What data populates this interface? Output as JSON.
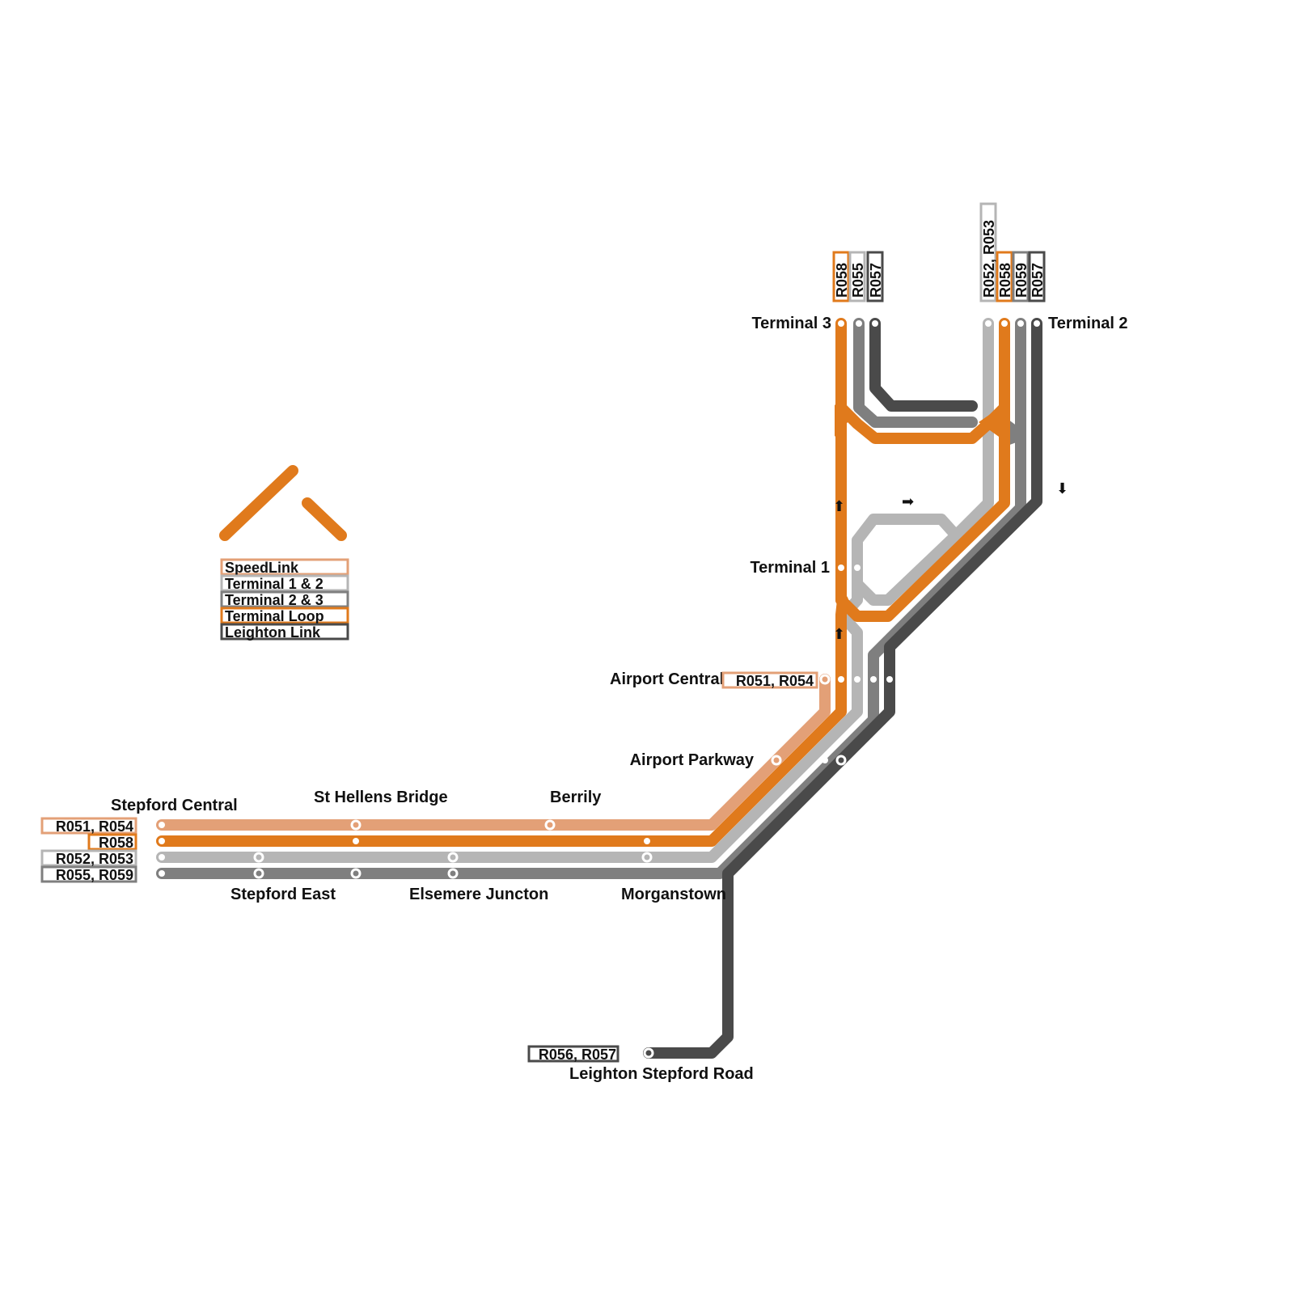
{
  "colors": {
    "speedlink": "#e3a077",
    "terminal_loop": "#e07a1c",
    "terminal_1_2": "#b5b5b5",
    "terminal_2_3": "#7f7f7f",
    "leighton_link": "#4a4a4a"
  },
  "legend": {
    "items": [
      {
        "label": "SpeedLink",
        "color": "#e3a077"
      },
      {
        "label": "Terminal 1 & 2",
        "color": "#b5b5b5"
      },
      {
        "label": "Terminal 2 & 3",
        "color": "#7f7f7f"
      },
      {
        "label": "Terminal Loop",
        "color": "#e07a1c"
      },
      {
        "label": "Leighton Link",
        "color": "#4a4a4a"
      }
    ]
  },
  "stations": {
    "terminal_3": "Terminal 3",
    "terminal_2": "Terminal 2",
    "terminal_1": "Terminal 1",
    "airport_central": "Airport Central",
    "airport_parkway": "Airport Parkway",
    "stepford_central": "Stepford Central",
    "st_hellens_bridge": "St Hellens Bridge",
    "berrily": "Berrily",
    "stepford_east": "Stepford East",
    "elsemere_juncton": "Elsemere Juncton",
    "morganstown": "Morganstown",
    "leighton_stepford_road": "Leighton Stepford Road"
  },
  "route_codes": {
    "terminal_3": [
      "R058",
      "R055",
      "R057"
    ],
    "terminal_2": [
      "R052, R053",
      "R058",
      "R059",
      "R057"
    ],
    "airport_central": "R051, R054",
    "stepford_central": [
      "R051, R054",
      "R058",
      "R052, R053",
      "R055, R059"
    ],
    "leighton": "R056, R057"
  },
  "arrows": {
    "up": "⬆",
    "right": "➡",
    "down": "⬇"
  }
}
